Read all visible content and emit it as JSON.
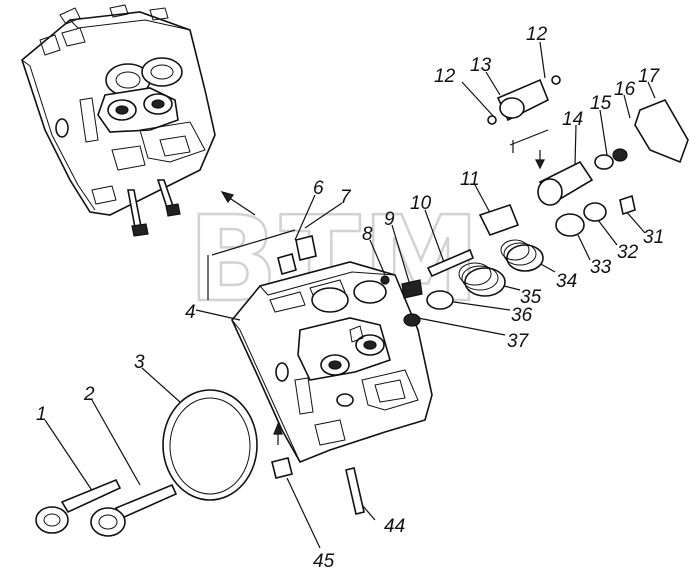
{
  "watermark": "BTM",
  "callouts": [
    {
      "id": "c1",
      "text": "1"
    },
    {
      "id": "c2",
      "text": "2"
    },
    {
      "id": "c3",
      "text": "3"
    },
    {
      "id": "c4",
      "text": "4"
    },
    {
      "id": "c6",
      "text": "6"
    },
    {
      "id": "c7",
      "text": "7"
    },
    {
      "id": "c8",
      "text": "8"
    },
    {
      "id": "c9",
      "text": "9"
    },
    {
      "id": "c10",
      "text": "10"
    },
    {
      "id": "c11",
      "text": "11"
    },
    {
      "id": "c12a",
      "text": "12"
    },
    {
      "id": "c12b",
      "text": "12"
    },
    {
      "id": "c13",
      "text": "13"
    },
    {
      "id": "c14",
      "text": "14"
    },
    {
      "id": "c15",
      "text": "15"
    },
    {
      "id": "c16",
      "text": "16"
    },
    {
      "id": "c17",
      "text": "17"
    },
    {
      "id": "c31",
      "text": "31"
    },
    {
      "id": "c32",
      "text": "32"
    },
    {
      "id": "c33",
      "text": "33"
    },
    {
      "id": "c34",
      "text": "34"
    },
    {
      "id": "c35",
      "text": "35"
    },
    {
      "id": "c36",
      "text": "36"
    },
    {
      "id": "c37",
      "text": "37"
    },
    {
      "id": "c44",
      "text": "44"
    },
    {
      "id": "c45",
      "text": "45"
    }
  ]
}
